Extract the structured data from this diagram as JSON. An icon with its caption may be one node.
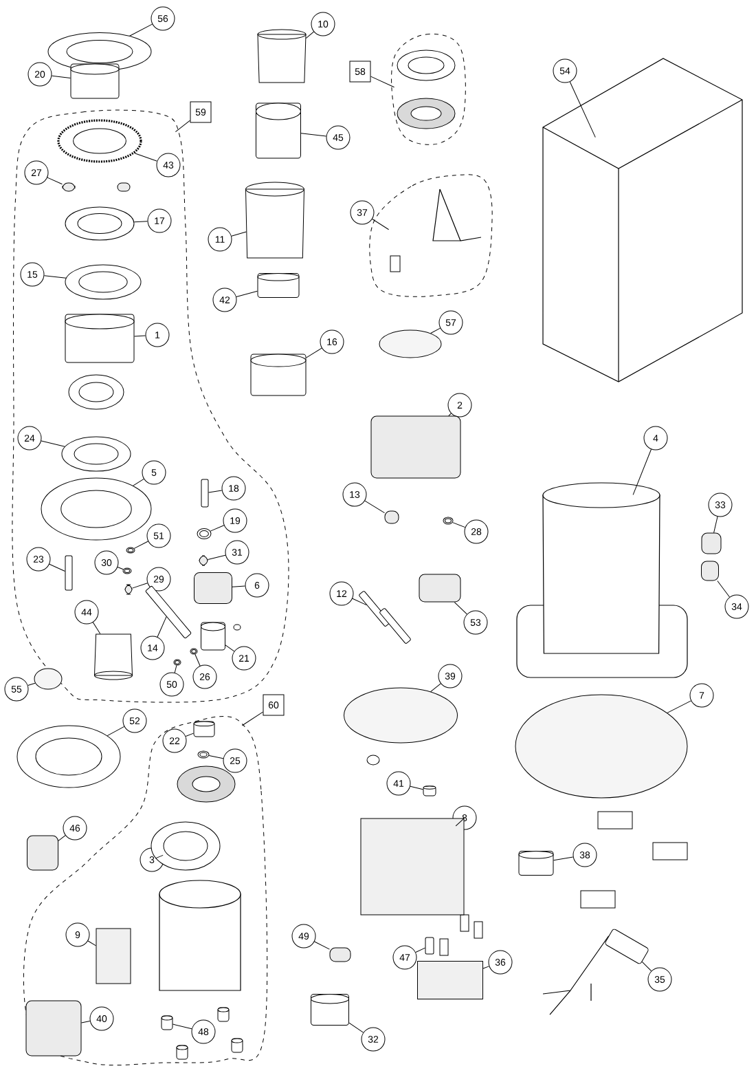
{
  "diagram": {
    "nodes": [
      {
        "text": [
          "56"
        ]
      },
      {
        "text": [
          "10"
        ]
      },
      {
        "text": [
          "58"
        ]
      },
      {
        "text": [
          "54"
        ]
      },
      {
        "text": [
          "20"
        ]
      },
      {
        "text": [
          "59"
        ]
      },
      {
        "text": [
          "45"
        ]
      },
      {
        "text": [
          "43"
        ],
        "in": 60
      },
      {
        "text": [
          "27"
        ],
        "in": 60
      },
      {
        "text": [
          "37"
        ]
      },
      {
        "text": [
          "17"
        ],
        "in": 60
      },
      {
        "text": [
          "11"
        ]
      },
      {
        "text": [
          "15"
        ],
        "in": 60
      },
      {
        "text": [
          "42"
        ]
      },
      {
        "text": [
          "1"
        ],
        "in": 60
      },
      {
        "text": [
          "57"
        ]
      },
      {
        "text": [
          "16"
        ]
      },
      {
        "text": [
          "2"
        ]
      },
      {
        "text": [
          "24"
        ],
        "in": 60
      },
      {
        "text": [
          "4"
        ]
      },
      {
        "text": [
          "5"
        ],
        "in": 60
      },
      {
        "text": [
          "18"
        ],
        "in": 60
      },
      {
        "text": [
          "13"
        ]
      },
      {
        "text": [
          "33"
        ]
      },
      {
        "text": [
          "19"
        ],
        "in": 60
      },
      {
        "text": [
          "51"
        ],
        "in": 60
      },
      {
        "text": [
          "28"
        ]
      },
      {
        "text": [
          "31"
        ],
        "in": 60
      },
      {
        "text": [
          "23"
        ],
        "in": 60
      },
      {
        "text": [
          "30"
        ],
        "in": 60
      },
      {
        "text": [
          "29"
        ],
        "in": 60
      },
      {
        "text": [
          "6"
        ],
        "in": 60
      },
      {
        "text": [
          "34"
        ]
      },
      {
        "text": [
          "12"
        ]
      },
      {
        "text": [
          "53"
        ]
      },
      {
        "text": [
          "44"
        ],
        "in": 60
      },
      {
        "text": [
          "14"
        ],
        "in": 60
      },
      {
        "text": [
          "21"
        ],
        "in": 60
      },
      {
        "text": [
          "50"
        ],
        "in": 60
      },
      {
        "text": [
          "26"
        ],
        "in": 60
      },
      {
        "text": [
          "55"
        ]
      },
      {
        "text": [
          "39"
        ]
      },
      {
        "text": [
          "7"
        ]
      },
      {
        "text": [
          "60"
        ]
      },
      {
        "text": [
          "52"
        ]
      },
      {
        "text": [
          "22"
        ],
        "in": 63
      },
      {
        "text": [
          "25"
        ],
        "in": 63
      },
      {
        "text": [
          "41"
        ]
      },
      {
        "text": [
          "8"
        ]
      },
      {
        "text": [
          "46"
        ]
      },
      {
        "text": [
          "38"
        ]
      },
      {
        "text": [
          "3"
        ],
        "in": 63
      },
      {
        "text": [
          "9"
        ],
        "in": 63
      },
      {
        "text": [
          "49"
        ]
      },
      {
        "text": [
          "47"
        ]
      },
      {
        "text": [
          "36"
        ]
      },
      {
        "text": [
          "35"
        ]
      },
      {
        "text": [
          "40"
        ],
        "in": 63
      },
      {
        "text": [
          "48"
        ],
        "in": 63
      },
      {
        "text": [
          "32"
        ]
      },
      {
        "text": [],
        "shape": "outline"
      },
      {
        "text": [],
        "shape": "outline"
      },
      {
        "text": [],
        "shape": "outline"
      },
      {
        "text": [],
        "shape": "outline"
      },
      {
        "text": [],
        "shape": "circle"
      },
      {
        "text": [],
        "shape": "box"
      },
      {
        "text": [],
        "shape": "box"
      },
      {
        "text": [],
        "shape": "cylinder"
      },
      {
        "text": [],
        "shape": "cylinder"
      },
      {
        "text": [],
        "shape": "circle",
        "in": 60
      },
      {
        "text": [],
        "shape": "box",
        "in": 60
      },
      {
        "text": [],
        "shape": "circle",
        "in": 60
      },
      {
        "text": [],
        "shape": "box"
      },
      {
        "text": [],
        "shape": "circle",
        "in": 60
      },
      {
        "text": [],
        "shape": "cylinder"
      },
      {
        "text": [],
        "shape": "cylinder",
        "in": 60
      },
      {
        "text": [],
        "shape": "circle"
      },
      {
        "text": [],
        "shape": "cylinder"
      },
      {
        "text": [],
        "shape": "box"
      },
      {
        "text": [],
        "shape": "circle",
        "in": 60
      },
      {
        "text": [],
        "shape": "box"
      },
      {
        "text": [],
        "shape": "circle",
        "in": 60
      },
      {
        "text": [],
        "shape": "box",
        "in": 60
      },
      {
        "text": [],
        "shape": "box"
      },
      {
        "text": [],
        "shape": "box"
      },
      {
        "text": [],
        "shape": "circle",
        "in": 60
      },
      {
        "text": [],
        "shape": "circle",
        "in": 60
      },
      {
        "text": [],
        "shape": "circle"
      },
      {
        "text": [],
        "shape": "box",
        "in": 60
      },
      {
        "text": [],
        "shape": "box",
        "in": 60
      },
      {
        "text": [],
        "shape": "circle",
        "in": 60
      },
      {
        "text": [],
        "shape": "box",
        "in": 60
      },
      {
        "text": [],
        "shape": "box",
        "in": 60
      },
      {
        "text": [],
        "shape": "box"
      },
      {
        "text": [],
        "shape": "box"
      },
      {
        "text": [],
        "shape": "box"
      },
      {
        "text": [],
        "shape": "box",
        "in": 60
      },
      {
        "text": [],
        "shape": "box",
        "in": 60
      },
      {
        "text": [],
        "shape": "cylinder",
        "in": 60
      },
      {
        "text": [],
        "shape": "circle",
        "in": 60
      },
      {
        "text": [],
        "shape": "circle",
        "in": 60
      },
      {
        "text": [],
        "shape": "circle"
      },
      {
        "text": [],
        "shape": "circle"
      },
      {
        "text": [],
        "shape": "circle"
      },
      {
        "text": [],
        "shape": "circle"
      },
      {
        "text": [],
        "shape": "cylinder",
        "in": 63
      },
      {
        "text": [],
        "shape": "circle",
        "in": 63
      },
      {
        "text": [],
        "shape": "cylinder"
      },
      {
        "text": [],
        "shape": "box"
      },
      {
        "text": [],
        "shape": "box"
      },
      {
        "text": [],
        "shape": "cylinder"
      },
      {
        "text": [],
        "shape": "circle",
        "in": 63
      },
      {
        "text": [],
        "shape": "box",
        "in": 63
      },
      {
        "text": [],
        "shape": "box"
      },
      {
        "text": [],
        "shape": "box"
      },
      {
        "text": [],
        "shape": "box"
      },
      {
        "text": [],
        "shape": "box"
      },
      {
        "text": [],
        "shape": "box",
        "in": 63
      },
      {
        "text": [],
        "shape": "cylinder",
        "in": 63
      },
      {
        "text": [],
        "shape": "cylinder"
      },
      {
        "text": [],
        "shape": "box"
      },
      {
        "text": [],
        "shape": "cylinder",
        "in": 63
      },
      {
        "text": [],
        "shape": "cylinder",
        "in": 63
      },
      {
        "text": [],
        "shape": "cylinder",
        "in": 63
      }
    ],
    "edges": [
      {
        "from": 0,
        "to": 64,
        "arrow": "none"
      },
      {
        "from": 1,
        "to": 65,
        "arrow": "none"
      },
      {
        "from": 2,
        "to": 61,
        "arrow": "none"
      },
      {
        "from": 3,
        "to": 66,
        "arrow": "none"
      },
      {
        "from": 4,
        "to": 67,
        "arrow": "none"
      },
      {
        "from": 5,
        "to": 60,
        "arrow": "none"
      },
      {
        "from": 6,
        "to": 68,
        "arrow": "none"
      },
      {
        "from": 7,
        "to": 69,
        "arrow": "none"
      },
      {
        "from": 8,
        "to": 70,
        "arrow": "none"
      },
      {
        "from": 9,
        "to": 62,
        "arrow": "none"
      },
      {
        "from": 10,
        "to": 71,
        "arrow": "none"
      },
      {
        "from": 11,
        "to": 72,
        "arrow": "none"
      },
      {
        "from": 12,
        "to": 73,
        "arrow": "none"
      },
      {
        "from": 13,
        "to": 74,
        "arrow": "none"
      },
      {
        "from": 14,
        "to": 75,
        "arrow": "none"
      },
      {
        "from": 15,
        "to": 76,
        "arrow": "none"
      },
      {
        "from": 16,
        "to": 77,
        "arrow": "none"
      },
      {
        "from": 17,
        "to": 78,
        "arrow": "none"
      },
      {
        "from": 18,
        "to": 79,
        "arrow": "none"
      },
      {
        "from": 19,
        "to": 80,
        "arrow": "none"
      },
      {
        "from": 20,
        "to": 81,
        "arrow": "none"
      },
      {
        "from": 21,
        "to": 82,
        "arrow": "none"
      },
      {
        "from": 22,
        "to": 83,
        "arrow": "none"
      },
      {
        "from": 23,
        "to": 84,
        "arrow": "none"
      },
      {
        "from": 24,
        "to": 85,
        "arrow": "none"
      },
      {
        "from": 25,
        "to": 86,
        "arrow": "none"
      },
      {
        "from": 26,
        "to": 87,
        "arrow": "none"
      },
      {
        "from": 27,
        "to": 88,
        "arrow": "none"
      },
      {
        "from": 28,
        "to": 89,
        "arrow": "none"
      },
      {
        "from": 29,
        "to": 90,
        "arrow": "none"
      },
      {
        "from": 30,
        "to": 91,
        "arrow": "none"
      },
      {
        "from": 31,
        "to": 92,
        "arrow": "none"
      },
      {
        "from": 32,
        "to": 93,
        "arrow": "none"
      },
      {
        "from": 33,
        "to": 94,
        "arrow": "none"
      },
      {
        "from": 34,
        "to": 95,
        "arrow": "none"
      },
      {
        "from": 35,
        "to": 96,
        "arrow": "none"
      },
      {
        "from": 36,
        "to": 97,
        "arrow": "none"
      },
      {
        "from": 37,
        "to": 98,
        "arrow": "none"
      },
      {
        "from": 38,
        "to": 99,
        "arrow": "none"
      },
      {
        "from": 39,
        "to": 100,
        "arrow": "none"
      },
      {
        "from": 40,
        "to": 101,
        "arrow": "none"
      },
      {
        "from": 41,
        "to": 102,
        "arrow": "none"
      },
      {
        "from": 42,
        "to": 103,
        "arrow": "none"
      },
      {
        "from": 43,
        "to": 63,
        "arrow": "none"
      },
      {
        "from": 44,
        "to": 104,
        "arrow": "none"
      },
      {
        "from": 45,
        "to": 105,
        "arrow": "none"
      },
      {
        "from": 46,
        "to": 106,
        "arrow": "none"
      },
      {
        "from": 47,
        "to": 107,
        "arrow": "none"
      },
      {
        "from": 48,
        "to": 108,
        "arrow": "none"
      },
      {
        "from": 49,
        "to": 109,
        "arrow": "none"
      },
      {
        "from": 50,
        "to": 110,
        "arrow": "none"
      },
      {
        "from": 51,
        "to": 111,
        "arrow": "none"
      },
      {
        "from": 52,
        "to": 112,
        "arrow": "none"
      },
      {
        "from": 53,
        "to": 113,
        "arrow": "none"
      },
      {
        "from": 54,
        "to": 114,
        "arrow": "none"
      },
      {
        "from": 55,
        "to": 115,
        "arrow": "none"
      },
      {
        "from": 56,
        "to": 116,
        "arrow": "none"
      },
      {
        "from": 57,
        "to": 117,
        "arrow": "none"
      },
      {
        "from": 58,
        "to": 118,
        "arrow": "none"
      },
      {
        "from": 59,
        "to": 119,
        "arrow": "none"
      }
    ]
  }
}
